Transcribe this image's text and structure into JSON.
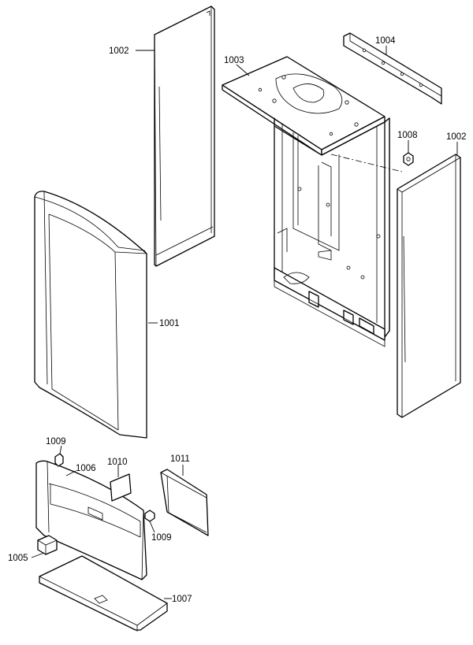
{
  "labels": {
    "p1001": "1001",
    "p1002_left": "1002",
    "p1002_right": "1002",
    "p1003": "1003",
    "p1004": "1004",
    "p1005": "1005",
    "p1006": "1006",
    "p1007": "1007",
    "p1008": "1008",
    "p1009_top": "1009",
    "p1009_bottom": "1009",
    "p1010": "1010",
    "p1011": "1011"
  }
}
